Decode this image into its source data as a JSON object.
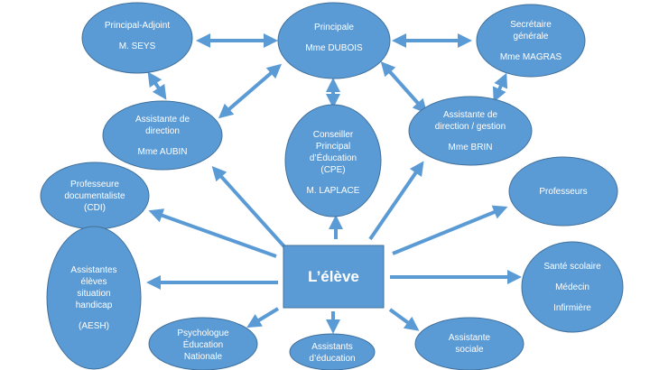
{
  "colors": {
    "fill": "#5b9bd5",
    "stroke": "#41719c",
    "text": "#ffffff"
  },
  "center": {
    "label": "L’élève"
  },
  "nodes": {
    "principal_adjoint": {
      "role": "Principal-Adjoint",
      "name": "M. SEYS"
    },
    "principale": {
      "role": "Principale",
      "name": "Mme DUBOIS"
    },
    "secretaire": {
      "role1": "Secrétaire",
      "role2": "générale",
      "name": "Mme MAGRAS"
    },
    "assistante_direction": {
      "role1": "Assistante de",
      "role2": "direction",
      "name": "Mme AUBIN"
    },
    "cpe": {
      "l1": "Conseiller",
      "l2": "Principal",
      "l3": "d’Éducation",
      "l4": "(CPE)",
      "name": "M. LAPLACE"
    },
    "assistante_gestion": {
      "role1": "Assistante de",
      "role2": "direction / gestion",
      "name": "Mme BRIN"
    },
    "prof_doc": {
      "l1": "Professeure",
      "l2": "documentaliste",
      "l3": "(CDI)"
    },
    "professeurs": {
      "l1": "Professeurs"
    },
    "aesh": {
      "l1": "Assistantes",
      "l2": "élèves",
      "l3": "situation",
      "l4": "handicap",
      "l5": "(AESH)"
    },
    "sante": {
      "l1": "Santé scolaire",
      "l2": "Médecin",
      "l3": "Infirmière"
    },
    "psychologue": {
      "l1": "Psychologue",
      "l2": "Éducation",
      "l3": "Nationale"
    },
    "assistants_education": {
      "l1": "Assistants",
      "l2": "d’éducation"
    },
    "assistante_sociale": {
      "l1": "Assistante",
      "l2": "sociale"
    }
  }
}
